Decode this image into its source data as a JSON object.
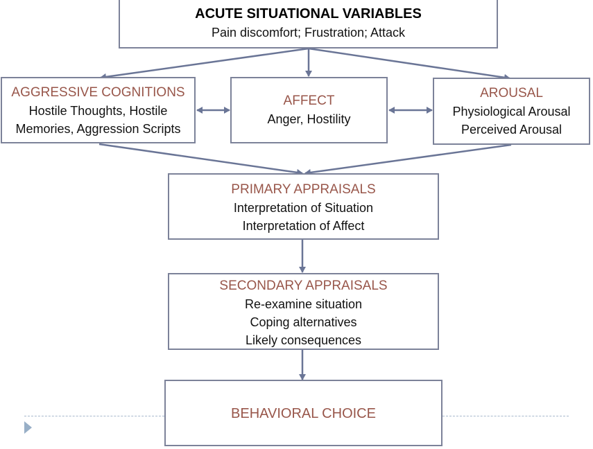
{
  "colors": {
    "title_accent": "#98564a",
    "border": "#7c8299",
    "arrow": "#6a7596",
    "divider": "#a6b8cc",
    "bullet": "#98afc7"
  },
  "boxes": {
    "acute": {
      "title": "ACUTE SITUATIONAL VARIABLES",
      "lines": [
        "Pain discomfort; Frustration; Attack"
      ]
    },
    "cognitions": {
      "title": "AGGRESSIVE COGNITIONS",
      "lines": [
        "Hostile Thoughts, Hostile",
        "Memories, Aggression Scripts"
      ]
    },
    "affect": {
      "title": "AFFECT",
      "lines": [
        "Anger, Hostility"
      ]
    },
    "arousal": {
      "title": "AROUSAL",
      "lines": [
        "Physiological Arousal",
        "Perceived Arousal"
      ]
    },
    "primary": {
      "title": "PRIMARY APPRAISALS",
      "lines": [
        "Interpretation of Situation",
        "Interpretation of Affect"
      ]
    },
    "secondary": {
      "title": "SECONDARY APPRAISALS",
      "lines": [
        "Re-examine situation",
        "Coping alternatives",
        "Likely consequences"
      ]
    },
    "behavioral": {
      "title": "BEHAVIORAL CHOICE",
      "lines": []
    }
  },
  "connections": [
    {
      "from": "acute",
      "to": "cognitions",
      "type": "arrow"
    },
    {
      "from": "acute",
      "to": "affect",
      "type": "arrow"
    },
    {
      "from": "acute",
      "to": "arousal",
      "type": "arrow"
    },
    {
      "from": "cognitions",
      "to": "affect",
      "type": "bidirectional"
    },
    {
      "from": "affect",
      "to": "arousal",
      "type": "bidirectional"
    },
    {
      "from": "cognitions",
      "to": "primary",
      "type": "arrow"
    },
    {
      "from": "arousal",
      "to": "primary",
      "type": "arrow"
    },
    {
      "from": "primary",
      "to": "secondary",
      "type": "arrow"
    },
    {
      "from": "secondary",
      "to": "behavioral",
      "type": "arrow"
    }
  ]
}
